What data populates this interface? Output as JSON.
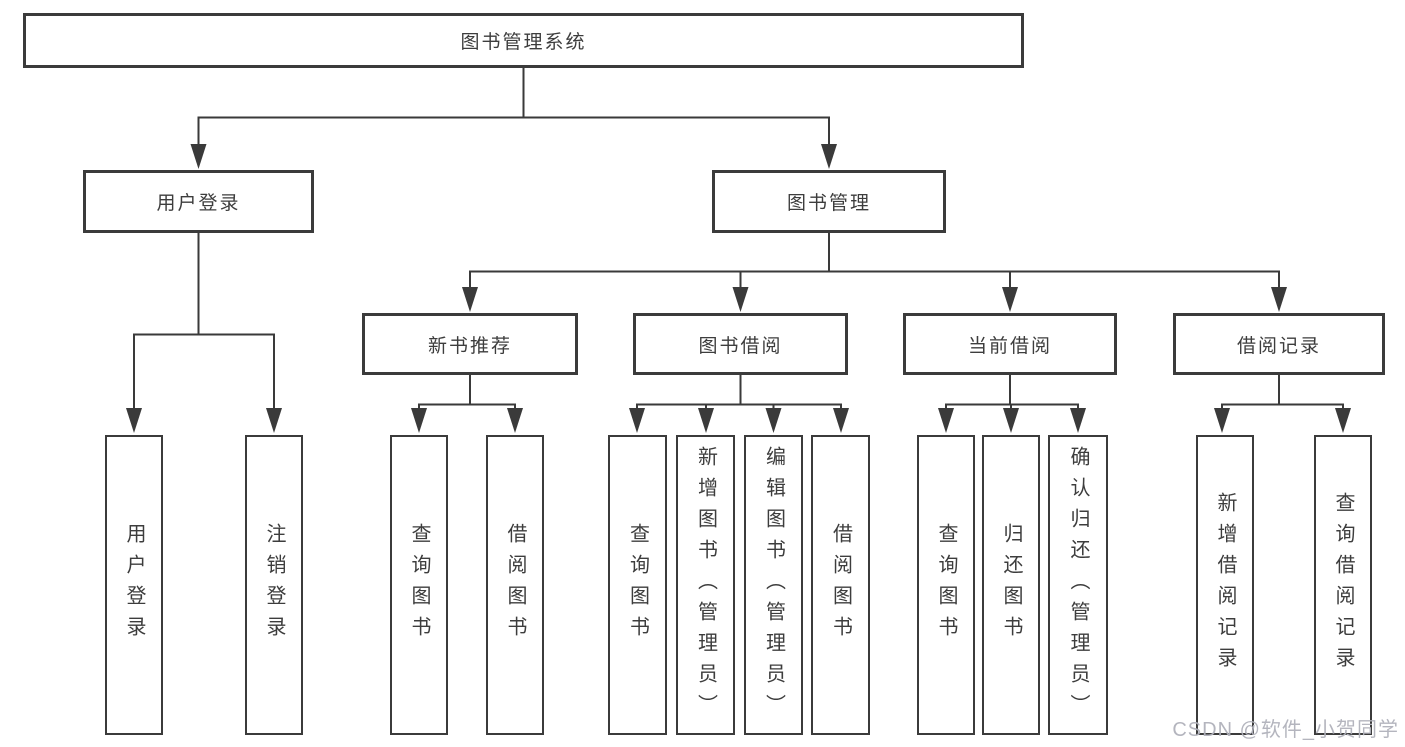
{
  "tree": {
    "label": "图书管理系统",
    "children": [
      {
        "label": "用户登录",
        "children": [
          {
            "label": "用户登录"
          },
          {
            "label": "注销登录"
          }
        ]
      },
      {
        "label": "图书管理",
        "children": [
          {
            "label": "新书推荐",
            "children": [
              {
                "label": "查询图书"
              },
              {
                "label": "借阅图书"
              }
            ]
          },
          {
            "label": "图书借阅",
            "children": [
              {
                "label": "查询图书"
              },
              {
                "label": "新增图书（管理员）"
              },
              {
                "label": "编辑图书（管理员）"
              },
              {
                "label": "借阅图书"
              }
            ]
          },
          {
            "label": "当前借阅",
            "children": [
              {
                "label": "查询图书"
              },
              {
                "label": "归还图书"
              },
              {
                "label": "确认归还（管理员）"
              }
            ]
          },
          {
            "label": "借阅记录",
            "children": [
              {
                "label": "新增借阅记录"
              },
              {
                "label": "查询借阅记录"
              }
            ]
          }
        ]
      }
    ]
  },
  "watermark": "CSDN @软件_小贺同学",
  "colors": {
    "line": "#3a3a3a",
    "border": "#3b3b3b",
    "text": "#3d3d3d",
    "watermark": "#b0b1ba"
  }
}
